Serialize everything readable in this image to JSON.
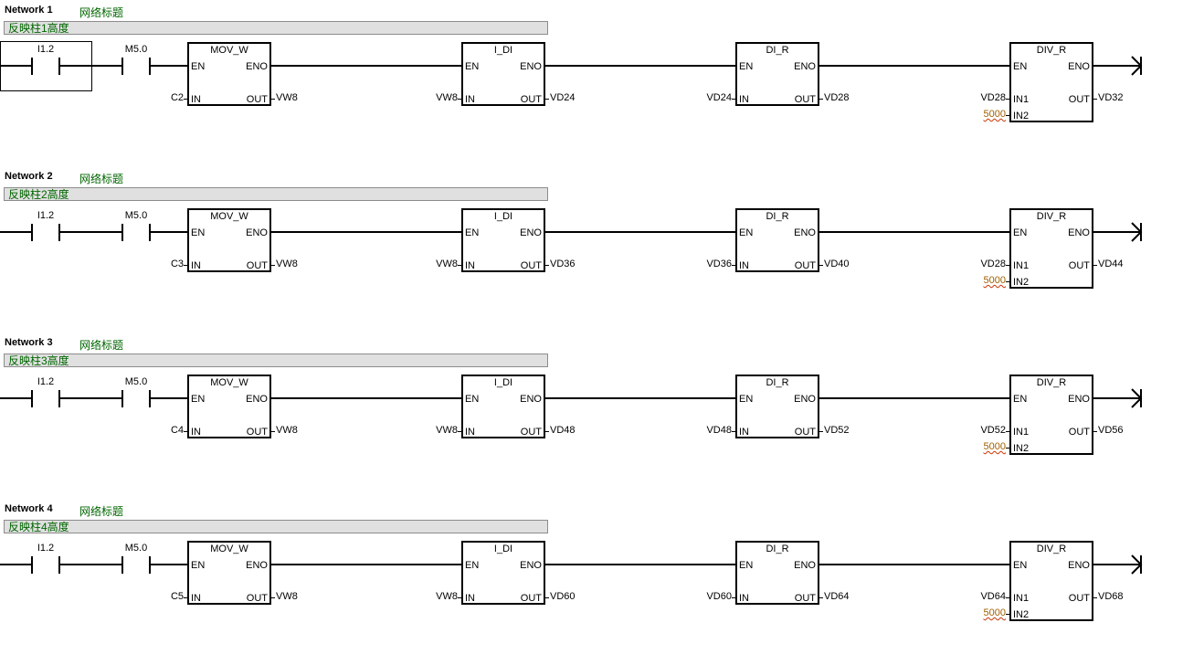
{
  "networks": [
    {
      "label": "Network 1",
      "title": "网络标题",
      "comment": "反映柱1高度",
      "contact1": "I1.2",
      "contact2": "M5.0",
      "mov_w": {
        "title": "MOV_W",
        "in": "C2",
        "out": "VW8"
      },
      "i_di": {
        "title": "I_DI",
        "in": "VW8",
        "out": "VD24"
      },
      "di_r": {
        "title": "DI_R",
        "in": "VD24",
        "out": "VD28"
      },
      "div_r": {
        "title": "DIV_R",
        "in1": "VD28",
        "in2": "5000",
        "out": "VD32"
      }
    },
    {
      "label": "Network 2",
      "title": "网络标题",
      "comment": "反映柱2高度",
      "contact1": "I1.2",
      "contact2": "M5.0",
      "mov_w": {
        "title": "MOV_W",
        "in": "C3",
        "out": "VW8"
      },
      "i_di": {
        "title": "I_DI",
        "in": "VW8",
        "out": "VD36"
      },
      "di_r": {
        "title": "DI_R",
        "in": "VD36",
        "out": "VD40"
      },
      "div_r": {
        "title": "DIV_R",
        "in1": "VD28",
        "in2": "5000",
        "out": "VD44"
      }
    },
    {
      "label": "Network 3",
      "title": "网络标题",
      "comment": "反映柱3高度",
      "contact1": "I1.2",
      "contact2": "M5.0",
      "mov_w": {
        "title": "MOV_W",
        "in": "C4",
        "out": "VW8"
      },
      "i_di": {
        "title": "I_DI",
        "in": "VW8",
        "out": "VD48"
      },
      "di_r": {
        "title": "DI_R",
        "in": "VD48",
        "out": "VD52"
      },
      "div_r": {
        "title": "DIV_R",
        "in1": "VD52",
        "in2": "5000",
        "out": "VD56"
      }
    },
    {
      "label": "Network 4",
      "title": "网络标题",
      "comment": "反映柱4高度",
      "contact1": "I1.2",
      "contact2": "M5.0",
      "mov_w": {
        "title": "MOV_W",
        "in": "C5",
        "out": "VW8"
      },
      "i_di": {
        "title": "I_DI",
        "in": "VW8",
        "out": "VD60"
      },
      "di_r": {
        "title": "DI_R",
        "in": "VD60",
        "out": "VD64"
      },
      "div_r": {
        "title": "DIV_R",
        "in1": "VD64",
        "in2": "5000",
        "out": "VD68"
      }
    }
  ],
  "pins": {
    "en": "EN",
    "eno": "ENO",
    "in": "IN",
    "out": "OUT",
    "in1": "IN1",
    "in2": "IN2"
  }
}
